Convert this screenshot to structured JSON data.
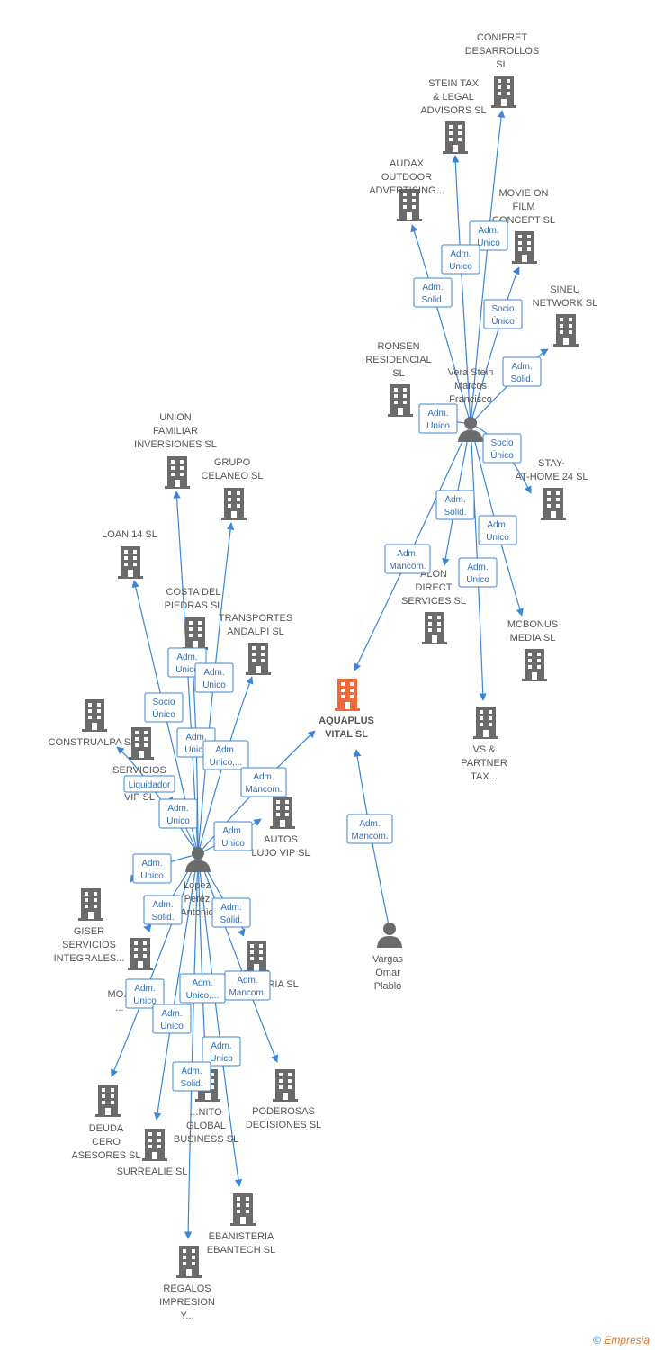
{
  "colors": {
    "edge": "#3a86d6",
    "building": "#6b6b6b",
    "focus_building": "#ef6a3a",
    "person": "#6b6b6b",
    "label": "#555555",
    "role_text": "#2f6fb8"
  },
  "nodes": [
    {
      "id": "conifret",
      "type": "company",
      "label": [
        "CONIFRET",
        "DESARROLLOS",
        "SL"
      ]
    },
    {
      "id": "stein_tax",
      "type": "company",
      "label": [
        "STEIN TAX",
        "& LEGAL",
        "ADVISORS  SL"
      ]
    },
    {
      "id": "audax",
      "type": "company",
      "label": [
        "AUDAX",
        "OUTDOOR",
        "ADVERTISING..."
      ]
    },
    {
      "id": "movie_on_film",
      "type": "company",
      "label": [
        "MOVIE ON",
        "FILM",
        "CONCEPT  SL"
      ]
    },
    {
      "id": "sineu",
      "type": "company",
      "label": [
        "SINEU",
        "NETWORK SL"
      ]
    },
    {
      "id": "ronsen",
      "type": "company",
      "label": [
        "RONSEN",
        "RESIDENCIAL",
        "SL"
      ]
    },
    {
      "id": "vera_stein",
      "type": "person",
      "label": [
        "Vera Stein",
        "Marcos",
        "Francisco"
      ]
    },
    {
      "id": "stay_at_home",
      "type": "company",
      "label": [
        "STAY-",
        "AT-HOME 24 SL"
      ]
    },
    {
      "id": "alon_direct",
      "type": "company",
      "label": [
        "ALON",
        "DIRECT",
        "SERVICES  SL"
      ]
    },
    {
      "id": "mcbonus",
      "type": "company",
      "label": [
        "MCBONUS",
        "MEDIA SL"
      ]
    },
    {
      "id": "vs_partner",
      "type": "company",
      "label": [
        "VS &",
        "PARTNER",
        "TAX..."
      ]
    },
    {
      "id": "aquaplus",
      "type": "focus",
      "label": [
        "AQUAPLUS",
        "VITAL  SL"
      ]
    },
    {
      "id": "vargas",
      "type": "person",
      "label": [
        "Vargas",
        "Omar",
        "Plablo"
      ]
    },
    {
      "id": "union_familiar",
      "type": "company",
      "label": [
        "UNION",
        "FAMILIAR",
        "INVERSIONES SL"
      ]
    },
    {
      "id": "grupo_celaneo",
      "type": "company",
      "label": [
        "GRUPO",
        "CELANEO SL"
      ]
    },
    {
      "id": "loan14",
      "type": "company",
      "label": [
        "LOAN 14  SL"
      ]
    },
    {
      "id": "costa_piedras",
      "type": "company",
      "label": [
        "COSTA DEL",
        "PIEDRAS SL"
      ]
    },
    {
      "id": "transportes",
      "type": "company",
      "label": [
        "TRANSPORTES",
        "ANDALPI  SL"
      ]
    },
    {
      "id": "construalpa",
      "type": "company",
      "label": [
        "CONSTRUALPA SA"
      ]
    },
    {
      "id": "servicios_vip",
      "type": "company",
      "label": [
        "SERVICIOS",
        "AU...",
        "VIP SL"
      ]
    },
    {
      "id": "autos_lujo",
      "type": "company",
      "label": [
        "AUTOS",
        "LUJO VIP SL"
      ]
    },
    {
      "id": "lopez_perez",
      "type": "person",
      "label": [
        "Lopez",
        "Perez",
        "Antonio"
      ]
    },
    {
      "id": "giser",
      "type": "company",
      "label": [
        "GISER",
        "SERVICIOS",
        "INTEGRALES..."
      ]
    },
    {
      "id": "mo_company",
      "type": "company",
      "label": [
        "MO...",
        "..."
      ]
    },
    {
      "id": "ria_sl",
      "type": "company",
      "label": [
        "...RIA SL"
      ]
    },
    {
      "id": "deuda_cero",
      "type": "company",
      "label": [
        "DEUDA",
        "CERO",
        "ASESORES  SL"
      ]
    },
    {
      "id": "surrealie",
      "type": "company",
      "label": [
        "SURREALIE SL"
      ]
    },
    {
      "id": "nito_global",
      "type": "company",
      "label": [
        "...NITO",
        "GLOBAL",
        "BUSINESS SL"
      ]
    },
    {
      "id": "poderosas",
      "type": "company",
      "label": [
        "PODEROSAS",
        "DECISIONES SL"
      ]
    },
    {
      "id": "ebanisteria",
      "type": "company",
      "label": [
        "EBANISTERIA",
        "EBANTECH  SL"
      ]
    },
    {
      "id": "regalos",
      "type": "company",
      "label": [
        "REGALOS",
        "IMPRESION",
        "Y..."
      ]
    }
  ],
  "roles": [
    [
      "Adm.",
      "Unico"
    ],
    [
      "Adm.",
      "Unico"
    ],
    [
      "Adm.",
      "Solid."
    ],
    [
      "Socio",
      "Único"
    ],
    [
      "Adm.",
      "Solid."
    ],
    [
      "Adm.",
      "Unico"
    ],
    [
      "Socio",
      "Único"
    ],
    [
      "Adm.",
      "Solid."
    ],
    [
      "Adm.",
      "Unico"
    ],
    [
      "Adm.",
      "Mancom."
    ],
    [
      "Adm.",
      "Unico"
    ],
    [
      "Adm.",
      "Mancom."
    ],
    [
      "Adm.",
      "Unico"
    ],
    [
      "Adm.",
      "Unico"
    ],
    [
      "Socio",
      "Único"
    ],
    [
      "Adm.",
      "Unico"
    ],
    [
      "Adm.",
      "Unico,..."
    ],
    [
      "Liquidador"
    ],
    [
      "Adm.",
      "Mancom."
    ],
    [
      "Adm.",
      "Unico"
    ],
    [
      "Adm.",
      "Unico"
    ],
    [
      "Adm.",
      "Unico"
    ],
    [
      "Adm.",
      "Solid."
    ],
    [
      "Adm.",
      "Solid."
    ],
    [
      "Adm.",
      "Unico"
    ],
    [
      "Adm.",
      "Unico,..."
    ],
    [
      "Adm.",
      "Mancom."
    ],
    [
      "Adm.",
      "Unico"
    ],
    [
      "Adm.",
      "Unico"
    ],
    [
      "Adm.",
      "Solid."
    ]
  ],
  "footer": {
    "copyright": "©",
    "brand": "Empresia"
  }
}
